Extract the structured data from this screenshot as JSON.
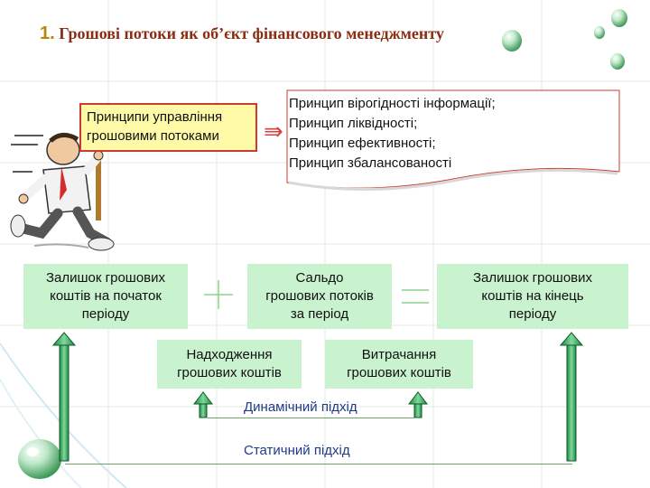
{
  "title": {
    "number": "1.",
    "text": "Грошові потоки як об’єкт фінансового менеджменту"
  },
  "sign": {
    "line1": "Принципи управління",
    "line2": "грошовими потоками"
  },
  "arrow_glyph": "⇛",
  "principles": [
    "Принцип вірогідності інформації;",
    "Принцип ліквідності;",
    "Принцип ефективності;",
    "Принцип збалансованості"
  ],
  "bullet_glyph": "",
  "boxes": {
    "start_balance": [
      "Залишок грошових",
      "коштів на початок",
      "періоду"
    ],
    "net_flow": [
      "Сальдо",
      "грошових потоків",
      "за період"
    ],
    "end_balance": [
      "Залишок грошових",
      "коштів на кінець",
      "періоду"
    ],
    "inflow": [
      "Надходження",
      "грошових коштів"
    ],
    "outflow": [
      "Витрачання",
      "грошових коштів"
    ]
  },
  "plus_sign": "+",
  "equals_sign": "=",
  "approaches": {
    "dynamic": "Динамічний підхід",
    "static": "Статичний підхід"
  },
  "colors": {
    "title": "#8b2d12",
    "box_fill": "#c9f2cf",
    "arrow_green": "#2fa35a",
    "operator_green": "#8fd08f",
    "sign_border": "#cc3b2b",
    "sign_fill": "#fffaa8"
  }
}
